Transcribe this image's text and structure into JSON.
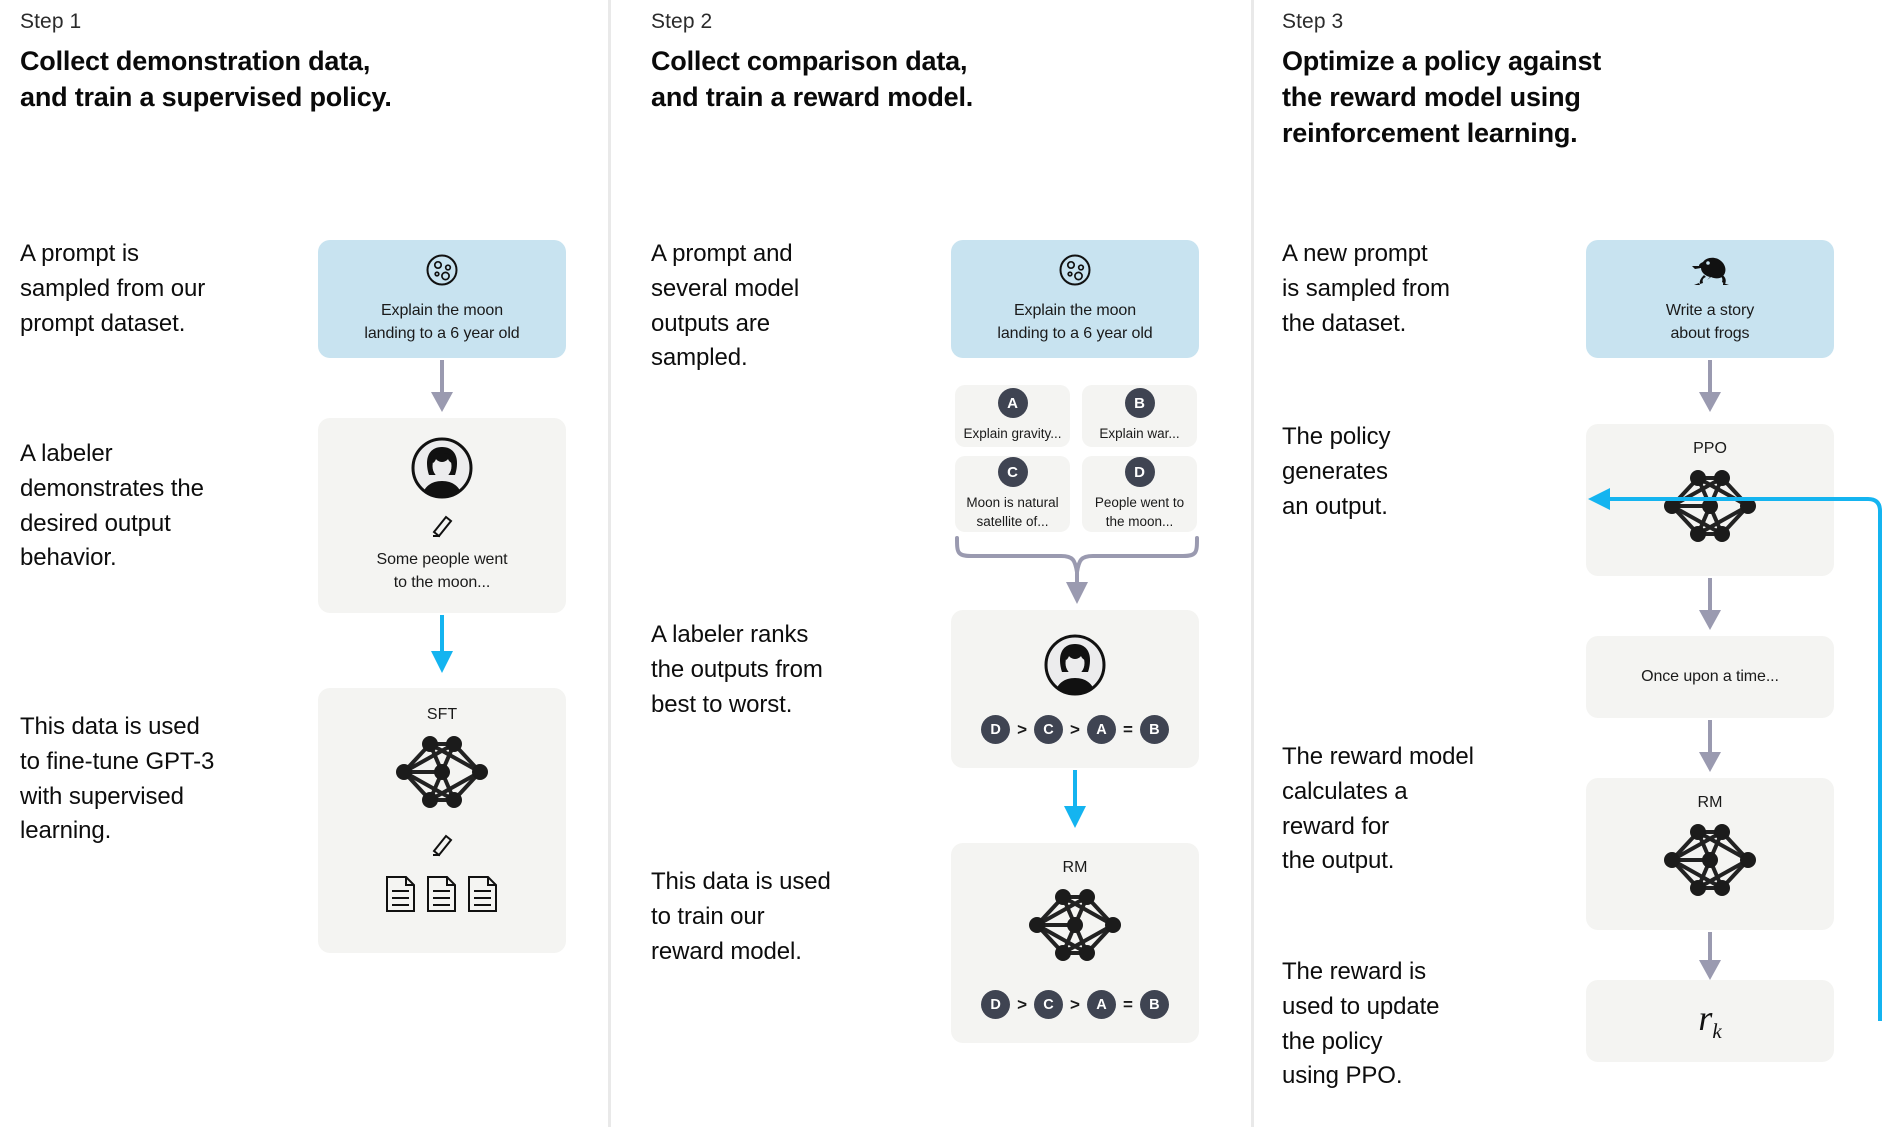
{
  "diagram": {
    "title_colors": {
      "blue_box": "#c8e3f0",
      "grey_box": "#f4f4f2",
      "arrow_grey": "#9a9ab0",
      "arrow_cyan": "#14b4f0",
      "badge": "#3f4452",
      "divider": "#e9e9e9"
    }
  },
  "columns": [
    {
      "step_label": "Step 1",
      "step_title": "Collect demonstration data,\nand train a supervised policy.",
      "paragraphs": [
        "A prompt is\nsampled from our\nprompt dataset.",
        "A labeler\ndemonstrates the\ndesired output\nbehavior.",
        "This data is used\nto fine-tune GPT-3\nwith supervised\nlearning."
      ],
      "prompt_box": {
        "caption": "Explain the moon\nlanding to a 6 year old",
        "icon": "moon-icon"
      },
      "labeler_box": {
        "caption": "Some people went\nto the moon...",
        "icon": "labeler-avatar-icon",
        "edit_icon": "pencil-icon"
      },
      "model_box": {
        "label": "SFT",
        "icon": "neural-network-icon",
        "edit_icon": "pencil-icon",
        "docs_icon": "documents-icon"
      }
    },
    {
      "step_label": "Step 2",
      "step_title": "Collect comparison data,\nand train a reward model.",
      "paragraphs": [
        "A prompt and\nseveral model\noutputs are\nsampled.",
        "A labeler ranks\nthe outputs from\nbest to worst.",
        "This data is used\nto train our\nreward model."
      ],
      "prompt_box": {
        "caption": "Explain the moon\nlanding to a 6 year old",
        "icon": "moon-icon"
      },
      "outputs": [
        {
          "badge": "A",
          "text": "Explain gravity..."
        },
        {
          "badge": "B",
          "text": "Explain war..."
        },
        {
          "badge": "C",
          "text": "Moon is natural\nsatellite of..."
        },
        {
          "badge": "D",
          "text": "People went to\nthe moon..."
        }
      ],
      "ranking": [
        "D",
        ">",
        "C",
        ">",
        "A",
        "=",
        "B"
      ],
      "labeler_box": {
        "icon": "labeler-avatar-icon"
      },
      "reward_box": {
        "label": "RM",
        "icon": "neural-network-icon"
      }
    },
    {
      "step_label": "Step 3",
      "step_title": "Optimize a policy against\nthe reward model using\nreinforcement learning.",
      "paragraphs": [
        "A new prompt\nis sampled from\nthe dataset.",
        "The policy\ngenerates\nan output.",
        "The reward model\ncalculates a\nreward for\nthe output.",
        "The reward is\nused to update\nthe policy\nusing PPO."
      ],
      "prompt_box": {
        "caption": "Write a story\nabout frogs",
        "icon": "frog-icon"
      },
      "policy_box": {
        "label": "PPO",
        "icon": "neural-network-icon"
      },
      "output_box": {
        "caption": "Once upon a time..."
      },
      "reward_box": {
        "label": "RM",
        "icon": "neural-network-icon"
      },
      "reward_value": {
        "symbol": "r",
        "subscript": "k"
      }
    }
  ]
}
